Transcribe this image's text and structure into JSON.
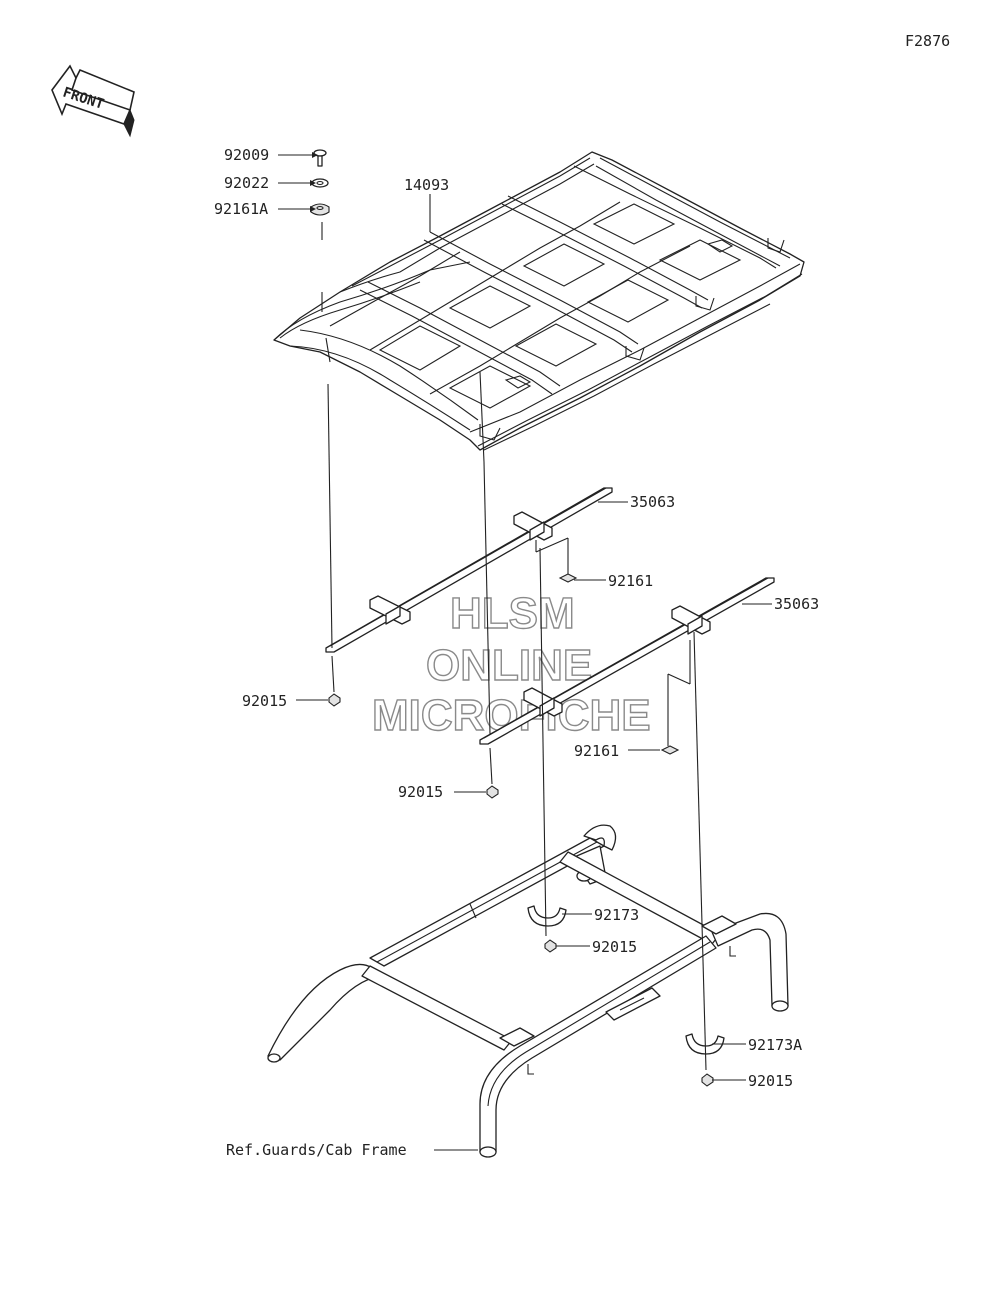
{
  "diagram_id": "F2876",
  "front_label": "FRONT",
  "watermark": [
    "HLSM",
    "ONLINE",
    "MICROFICHE"
  ],
  "part_labels": {
    "screw": "92009",
    "washer": "92022",
    "grommet_top": "92161A",
    "roof": "14093",
    "bracket_front": "35063",
    "bracket_rear": "35063",
    "grommet_front": "92161",
    "grommet_rear": "92161",
    "nut_left": "92015",
    "nut_middle": "92015",
    "clamp_front": "92173",
    "nut_front": "92015",
    "clamp_rear": "92173A",
    "nut_rear": "92015",
    "frame_ref": "Ref.Guards/Cab Frame"
  }
}
